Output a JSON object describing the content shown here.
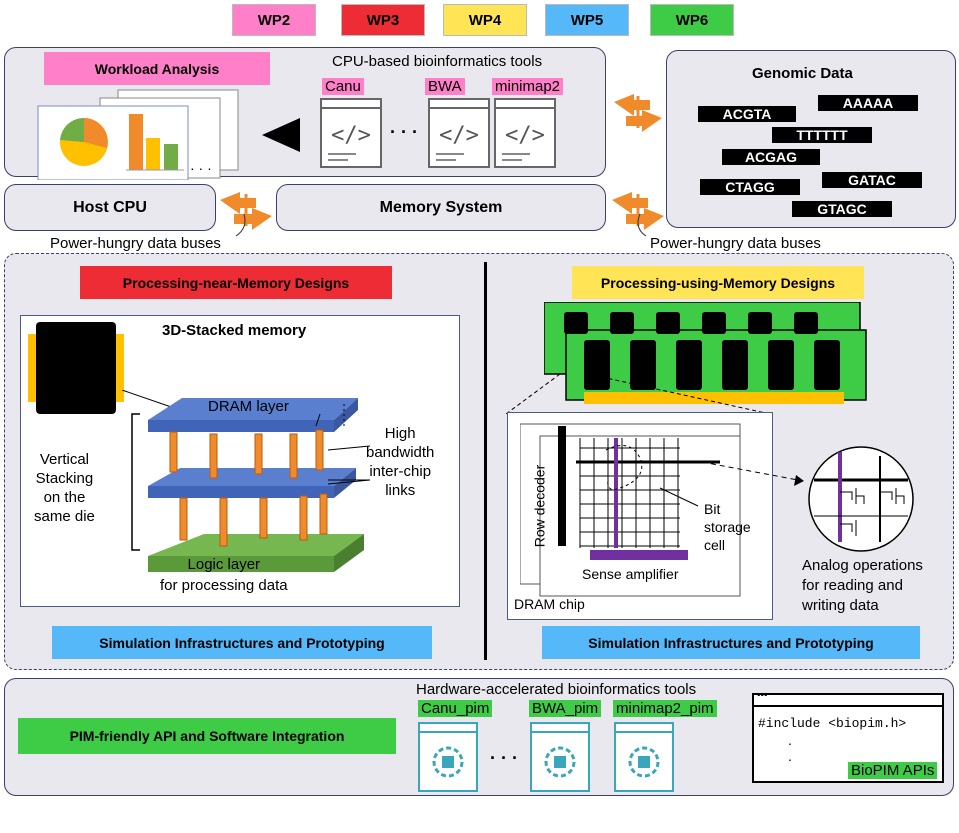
{
  "colors": {
    "wp2": "#ff7fc8",
    "wp3": "#ee2c36",
    "wp4": "#ffe455",
    "wp5": "#55b8f8",
    "wp6": "#3ecc47",
    "panel_bg": "#e8e8ee",
    "panel_border": "#3a3f6b",
    "orange": "#f08a2a",
    "dram_blue": "#5b7fcf",
    "logic_green": "#76b74f",
    "purple": "#7030a0"
  },
  "legend": [
    {
      "label": "WP2",
      "color": "#ff7fc8"
    },
    {
      "label": "WP3",
      "color": "#ee2c36"
    },
    {
      "label": "WP4",
      "color": "#ffe455"
    },
    {
      "label": "WP5",
      "color": "#55b8f8"
    },
    {
      "label": "WP6",
      "color": "#3ecc47"
    }
  ],
  "top": {
    "workload_title": "Workload Analysis",
    "cpu_tools_title": "CPU-based bioinformatics tools",
    "tools": [
      "Canu",
      "BWA",
      "minimap2"
    ],
    "ellipsis": "· · ·",
    "charts_ellipsis": "· · ·",
    "genomic_title": "Genomic Data",
    "sequences": [
      "ACGTA",
      "AAAAA",
      "TTTTTT",
      "ACGAG",
      "GATAC",
      "CTAGG",
      "GTAGC"
    ],
    "host_cpu": "Host CPU",
    "memory_system": "Memory System",
    "bus_left": "Power-hungry data buses",
    "bus_right": "Power-hungry data buses"
  },
  "middle": {
    "pnm_title": "Processing-near-Memory Designs",
    "pum_title": "Processing-using-Memory Designs",
    "stacked_title": "3D-Stacked memory",
    "dram_layer": "DRAM layer",
    "vertical_stacking": [
      "Vertical",
      "Stacking",
      "on the",
      "same die"
    ],
    "high_bw": [
      "High",
      "bandwidth",
      "inter-chip",
      "links"
    ],
    "logic_layer": [
      "Logic layer",
      "for processing data"
    ],
    "row_decoder": "Row decoder",
    "bit_storage": [
      "Bit",
      "storage",
      "cell"
    ],
    "sense_amp": "Sense amplifier",
    "dram_chip": "DRAM chip",
    "analog_ops": [
      "Analog operations",
      "for reading and",
      "writing data"
    ],
    "sim_left": "Simulation Infrastructures and Prototyping",
    "sim_right": "Simulation Infrastructures and Prototyping"
  },
  "bottom": {
    "api_title": "PIM-friendly API and Software Integration",
    "hw_tools_title": "Hardware-accelerated bioinformatics tools",
    "pim_tools": [
      "Canu_pim",
      "BWA_pim",
      "minimap2_pim"
    ],
    "ellipsis": "· · ·",
    "code_dots": "•••",
    "code_line": "#include <biopim.h>",
    "code_dot1": ".",
    "code_dot2": ".",
    "api_label": "BioPIM APIs"
  }
}
